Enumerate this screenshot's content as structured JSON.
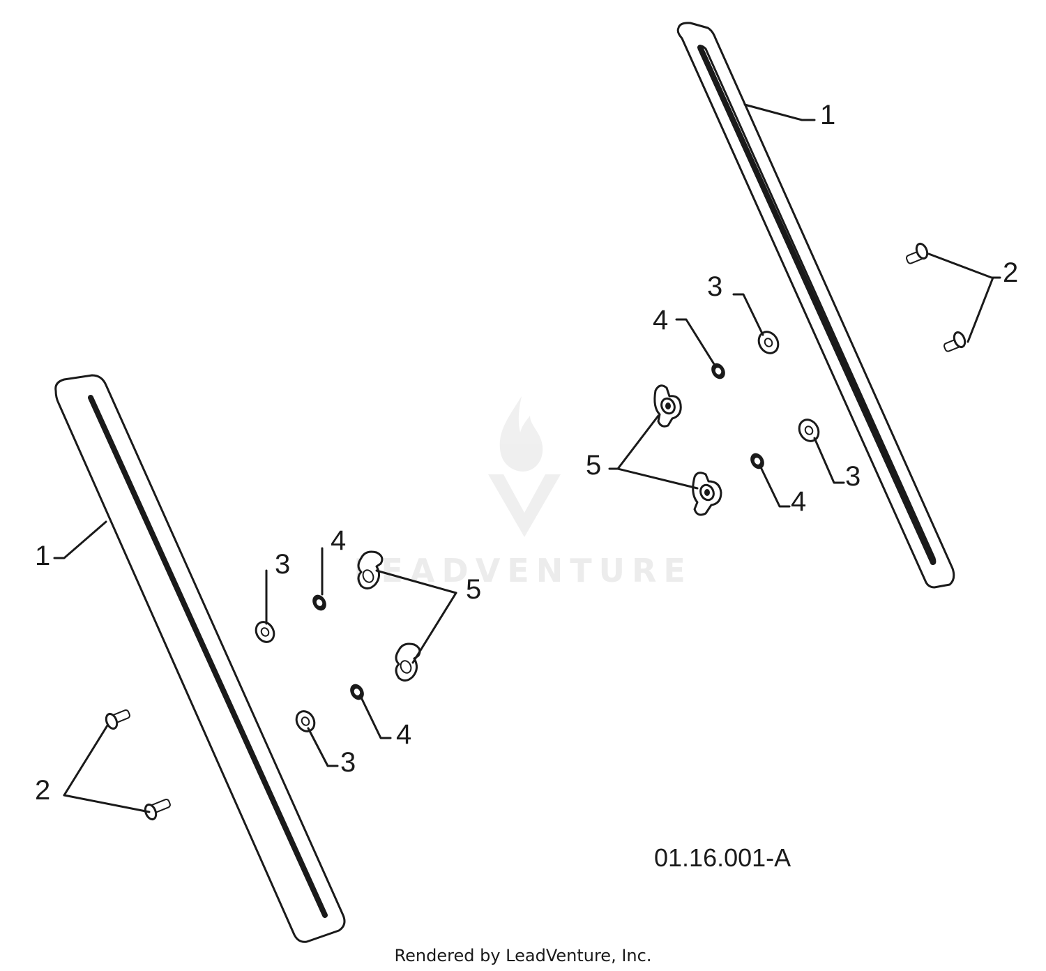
{
  "callouts": {
    "right_rail": "1",
    "left_rail": "1",
    "right_bolts": "2",
    "left_bolts": "2",
    "r_washer_top": "3",
    "r_washer_bottom": "3",
    "l_washer_top": "3",
    "l_washer_bottom": "3",
    "r_nut_top": "4",
    "r_nut_bottom": "4",
    "l_nut_top": "4",
    "l_nut_bottom": "4",
    "r_wingnuts": "5",
    "l_wingnuts": "5"
  },
  "figure_code": "01.16.001-A",
  "footer": "Rendered by LeadVenture, Inc.",
  "watermark": {
    "logo_text": "LEADVENTURE",
    "logo_icon": "leadventure-flame-v-logo"
  }
}
